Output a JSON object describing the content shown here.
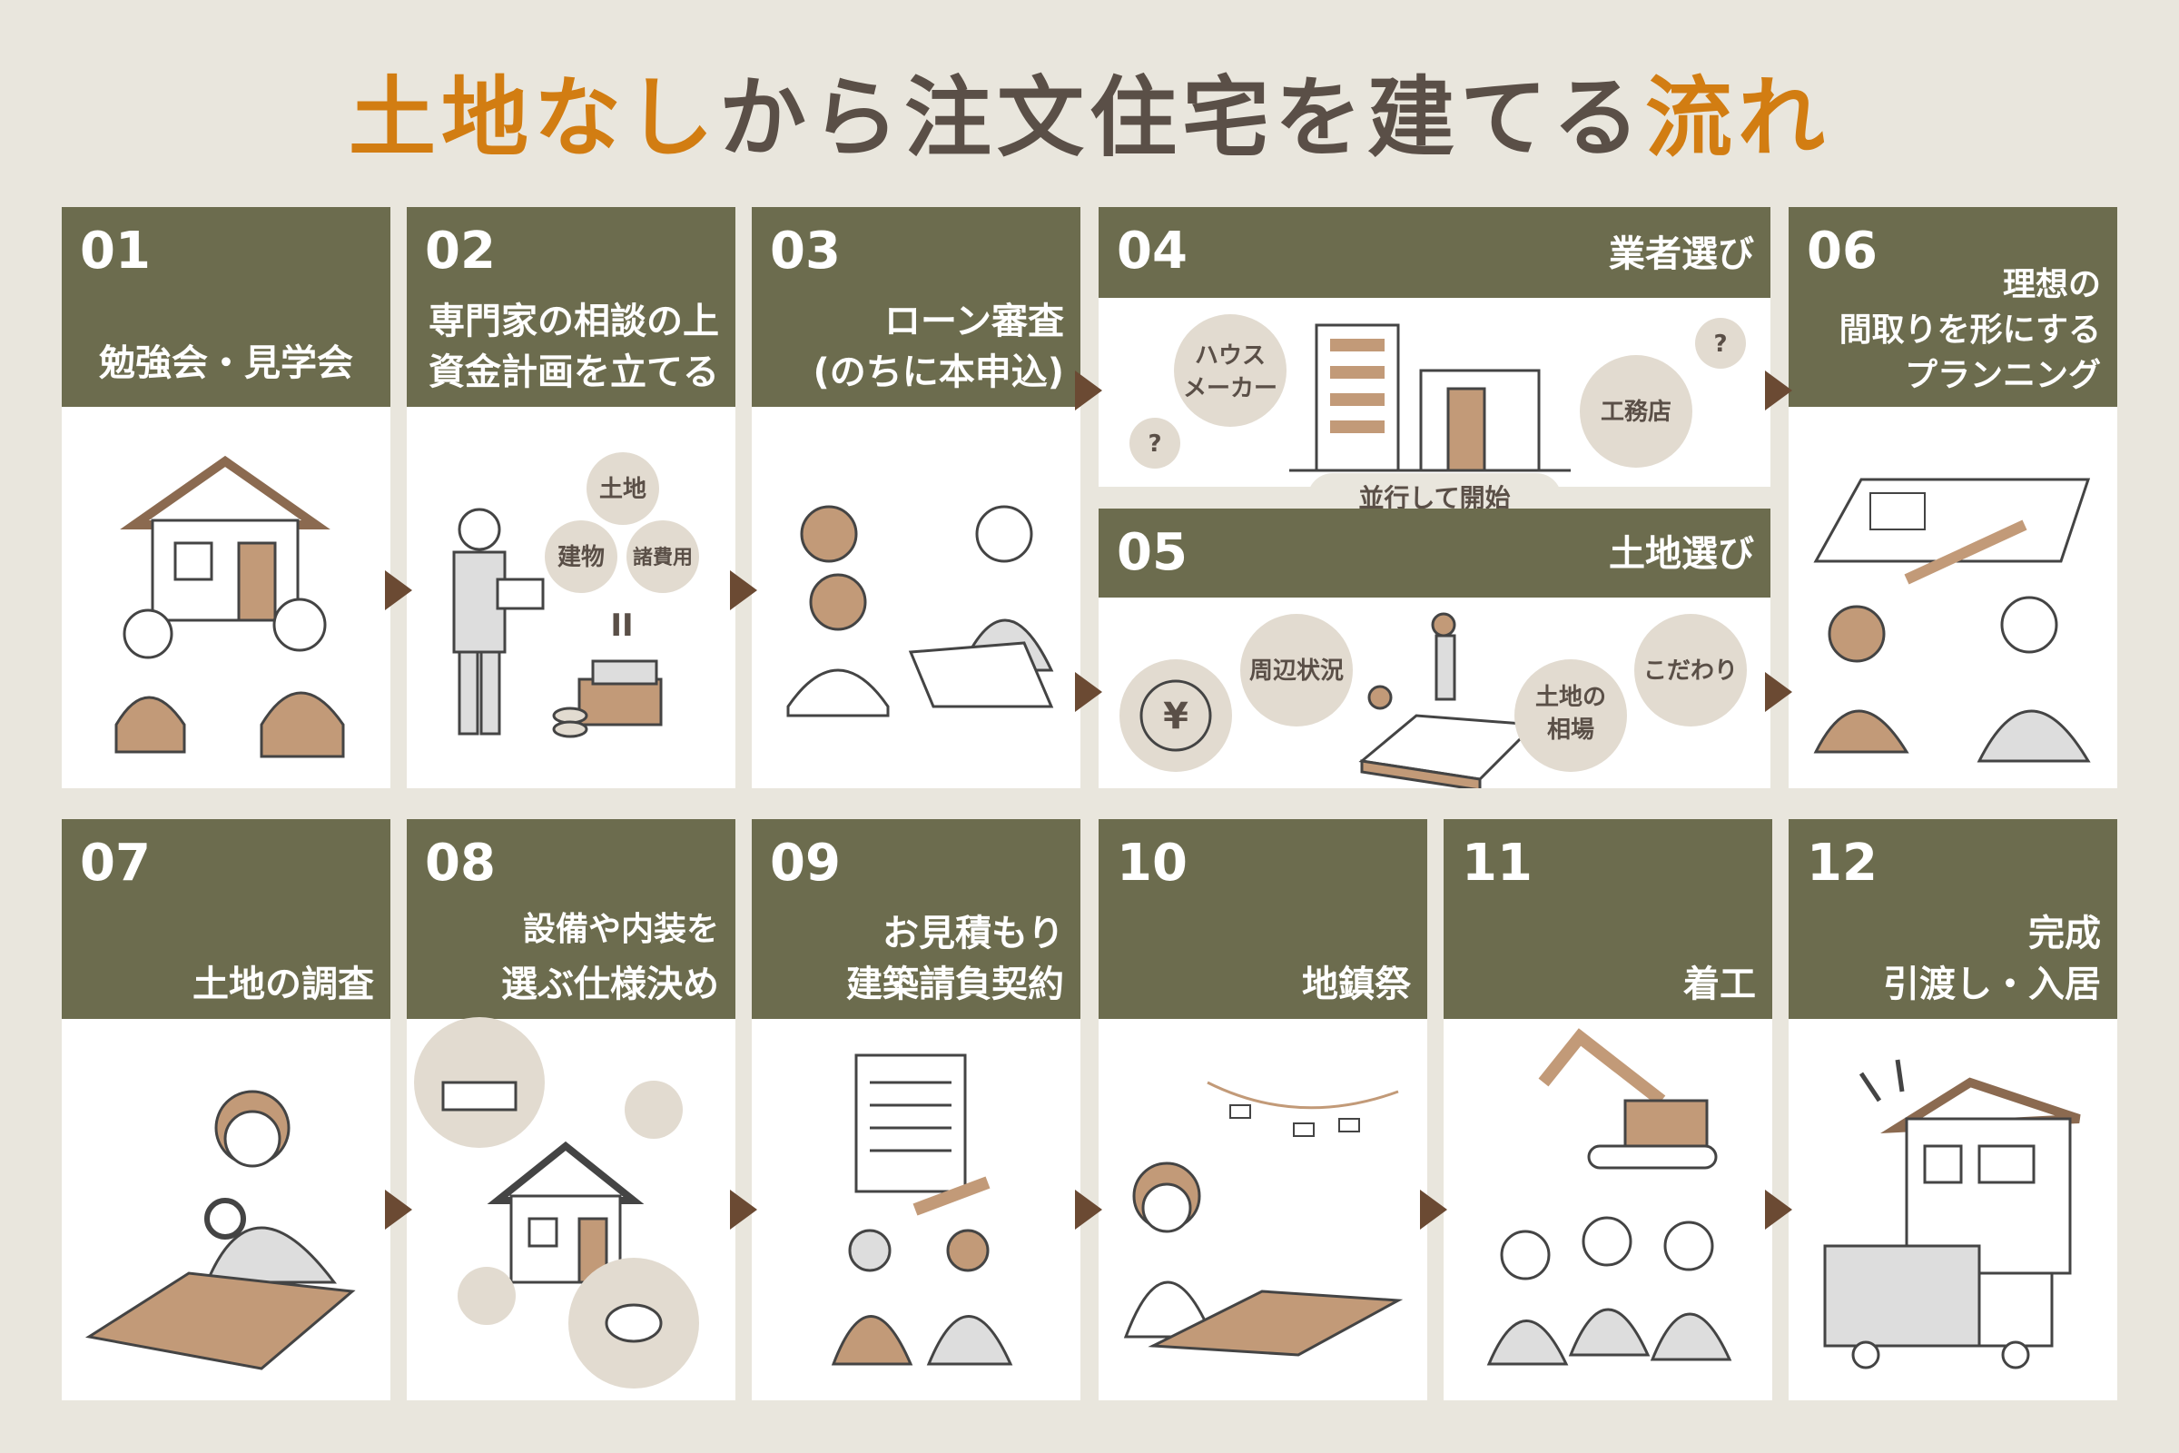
{
  "title": {
    "part1": "土地なし",
    "part2": "から注文住宅を建てる",
    "part3": "流れ"
  },
  "colors": {
    "accent": "#d27d12",
    "header_bg": "#6c6c4e",
    "arrow": "#6b4a33",
    "bg": "#e9e6dd",
    "illustration": "#c29a78"
  },
  "steps": [
    {
      "num": "01",
      "lines": [
        "勉強会・見学会"
      ]
    },
    {
      "num": "02",
      "lines": [
        "専門家の相談の上",
        "資金計画を立てる"
      ],
      "bubbles": [
        "土地",
        "建物",
        "諸費用"
      ],
      "equal": "II"
    },
    {
      "num": "03",
      "lines": [
        "ローン審査",
        "(のちに本申込)"
      ]
    },
    {
      "num": "04",
      "lines": [
        "業者選び"
      ],
      "bubbles": [
        "ハウス",
        "メーカー",
        "工務店"
      ],
      "q1": "?",
      "q2": "?"
    },
    {
      "num": "05",
      "lines": [
        "土地選び"
      ],
      "bubbles": [
        "周辺状況",
        "土地の",
        "相場",
        "こだわり"
      ],
      "yen": "¥"
    },
    {
      "num": "06",
      "lines": [
        "理想の",
        "間取りを形にする",
        "プランニング"
      ]
    },
    {
      "num": "07",
      "lines": [
        "土地の調査"
      ]
    },
    {
      "num": "08",
      "lines": [
        "設備や内装を",
        "選ぶ仕様決め"
      ]
    },
    {
      "num": "09",
      "lines": [
        "お見積もり",
        "建築請負契約"
      ]
    },
    {
      "num": "10",
      "lines": [
        "地鎮祭"
      ]
    },
    {
      "num": "11",
      "lines": [
        "着工"
      ]
    },
    {
      "num": "12",
      "lines": [
        "完成",
        "引渡し・入居"
      ]
    }
  ],
  "parallel_badge": "並行して開始"
}
